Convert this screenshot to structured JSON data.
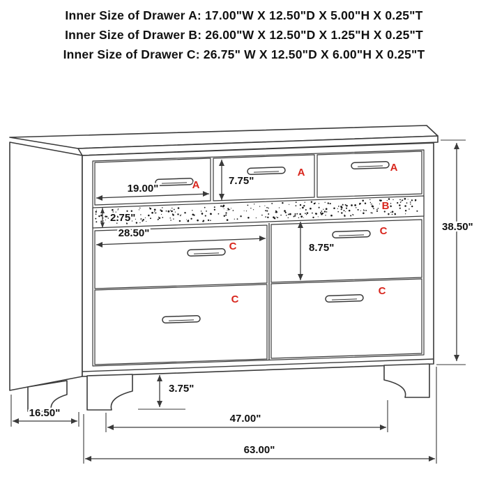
{
  "header": {
    "lines": [
      "Inner Size of Drawer A: 17.00\"W X 12.50\"D X 5.00\"H X 0.25\"T",
      "Inner Size of Drawer B: 26.00\"W X 12.50\"D X 1.25\"H X 0.25\"T",
      "Inner Size of Drawer C: 26.75\" W X 12.50\"D X 6.00\"H X 0.25\"T"
    ]
  },
  "diagram": {
    "drawer_labels": {
      "top_left": "A",
      "top_middle": "A",
      "top_right": "A",
      "jewelry_strip": "B",
      "left_upper": "C",
      "right_upper": "C",
      "left_lower": "C",
      "right_lower": "C"
    },
    "dimensions": {
      "drawer_a_width": "19.00\"",
      "drawer_a_height": "7.75\"",
      "strip_height": "2.75\"",
      "drawer_c_width": "28.50\"",
      "drawer_c_height": "8.75\"",
      "overall_height": "38.50\"",
      "leg_height": "3.75\"",
      "side_depth": "16.50\"",
      "leg_span_width": "47.00\"",
      "overall_width": "63.00\""
    },
    "colors": {
      "label_red": "#d8251c",
      "line": "#3a3a3a",
      "text": "#111111",
      "background": "#ffffff"
    }
  }
}
